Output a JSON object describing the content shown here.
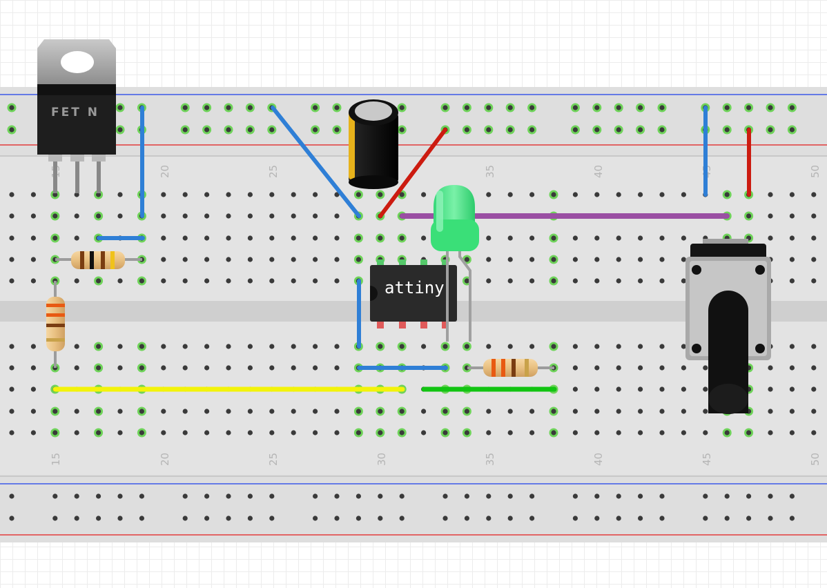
{
  "breadboard": {
    "column_numbers": [
      "15",
      "20",
      "25",
      "30",
      "35",
      "40",
      "45",
      "50"
    ],
    "colors": {
      "board": "#dedede",
      "rail_blue": "#3b58e8",
      "rail_red": "#e23c3c",
      "hole": "#3a3a3a",
      "hole_connected": "#6fd35a"
    }
  },
  "components": {
    "fet": {
      "label": "FET N"
    },
    "chip": {
      "label": "attiny"
    },
    "led": {
      "color": "#3fe07a"
    },
    "capacitor": {
      "color": "#1b1b1b"
    },
    "potentiometer": {
      "color": "#111111"
    },
    "resistors": [
      "upper-left-resistor",
      "left-vertical-resistor",
      "lower-right-resistor"
    ]
  },
  "wires": [
    {
      "name": "wire-blue-fet-vertical",
      "color": "#2f7fd6"
    },
    {
      "name": "wire-blue-short-row3",
      "color": "#2f7fd6"
    },
    {
      "name": "wire-blue-diagonal",
      "color": "#2f7fd6"
    },
    {
      "name": "wire-red-diagonal",
      "color": "#cc1b10"
    },
    {
      "name": "wire-purple-long",
      "color": "#9a4fa3"
    },
    {
      "name": "wire-blue-right-vertical",
      "color": "#2f7fd6"
    },
    {
      "name": "wire-red-right-vertical",
      "color": "#cc1b10"
    },
    {
      "name": "wire-blue-chip-vertical",
      "color": "#2f7fd6"
    },
    {
      "name": "wire-blue-lower-horizontal",
      "color": "#2f7fd6"
    },
    {
      "name": "wire-yellow-long",
      "color": "#f3f30a"
    },
    {
      "name": "wire-green",
      "color": "#12c412"
    }
  ]
}
